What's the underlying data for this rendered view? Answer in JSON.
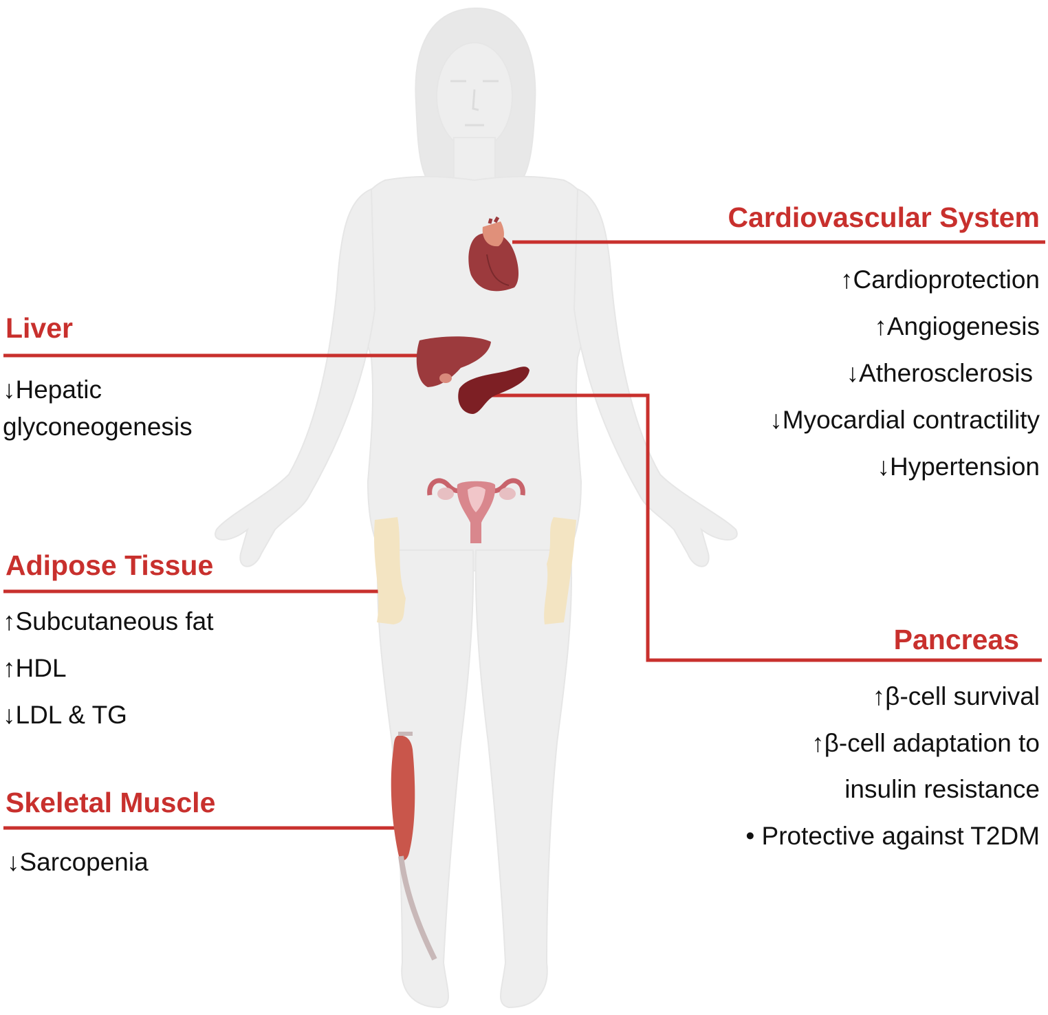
{
  "colors": {
    "accent": "#c8302d",
    "body": "#eeeeee",
    "text": "#111111"
  },
  "icons": [
    "heart-icon",
    "liver-icon",
    "pancreas-icon",
    "uterus-icon",
    "adipose-icon",
    "muscle-icon",
    "human-body-silhouette"
  ],
  "sections": {
    "cardiovascular": {
      "title": "Cardiovascular System",
      "items": [
        "↑Cardioprotection",
        "↑Angiogenesis",
        "↓Atherosclerosis",
        "↓Myocardial contractility",
        "↓Hypertension"
      ]
    },
    "liver": {
      "title": "Liver",
      "items": [
        "↓Hepatic",
        "glyconeogenesis"
      ]
    },
    "adipose": {
      "title": "Adipose Tissue",
      "items": [
        "↑Subcutaneous fat",
        "↑HDL",
        "↓LDL & TG"
      ]
    },
    "pancreas": {
      "title": "Pancreas",
      "items": [
        "↑β-cell survival",
        "↑β-cell adaptation to",
        "insulin resistance",
        "• Protective against T2DM"
      ]
    },
    "muscle": {
      "title": "Skeletal Muscle",
      "items": [
        "↓Sarcopenia"
      ]
    }
  }
}
